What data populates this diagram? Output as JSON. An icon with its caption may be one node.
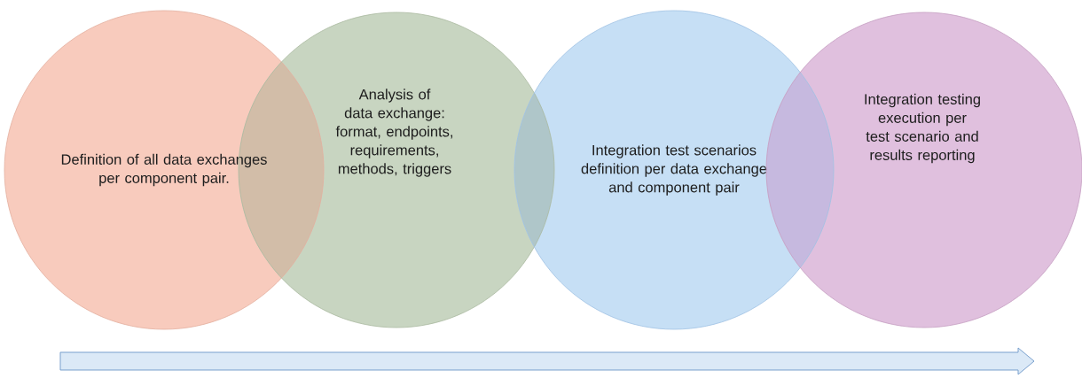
{
  "diagram": {
    "nodes": [
      {
        "text": [
          "Definition of all data exchanges per component pair."
        ]
      },
      {
        "text": [
          "Analysis of data exchange: format, endpoints, requirements, methods, triggers"
        ]
      },
      {
        "text": [
          "Integration test scenarios definition per data exchange and component pair"
        ]
      },
      {
        "text": [
          "Integration testing execution per test scenario and results reporting"
        ]
      }
    ]
  }
}
